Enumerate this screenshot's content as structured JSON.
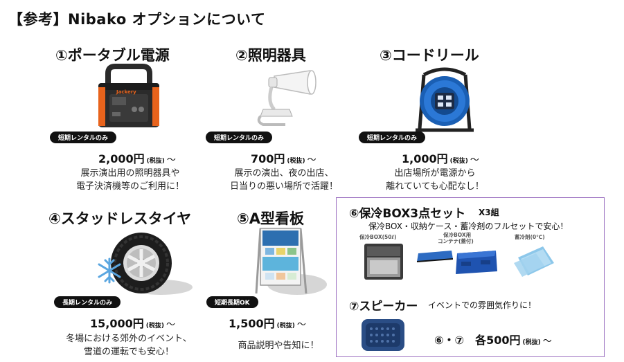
{
  "page": {
    "title": "【参考】Nibako オプションについて"
  },
  "items": [
    {
      "heading": "①ポータブル電源",
      "badge": "短期レンタルのみ",
      "price": "2,000円",
      "tax": "(税抜)",
      "tilde": "～",
      "desc": [
        "展示演出用の照明器具や",
        "電子決済機等のご利用に！"
      ],
      "label": "Jackery"
    },
    {
      "heading": "②照明器具",
      "badge": "短期レンタルのみ",
      "price": "700円",
      "tax": "(税抜)",
      "tilde": "～",
      "desc": [
        "展示の演出、夜の出店、",
        "日当りの悪い場所で活躍！"
      ]
    },
    {
      "heading": "③コードリール",
      "badge": "短期レンタルのみ",
      "price": "1,000円",
      "tax": "(税抜)",
      "tilde": "～",
      "desc": [
        "出店場所が電源から",
        "離れていても心配なし！"
      ]
    },
    {
      "heading": "④スタッドレスタイヤ",
      "badge": "長期レンタルのみ",
      "price": "15,000円",
      "tax": "(税抜)",
      "tilde": "～",
      "desc": [
        "冬場における郊外のイベント、",
        "雪道の運転でも安心！"
      ]
    },
    {
      "heading": "⑤A型看板",
      "badge": "短期長期OK",
      "price": "1,500円",
      "tax": "(税抜)",
      "tilde": "～",
      "desc": [
        "商品説明や告知に！"
      ]
    }
  ],
  "options": {
    "cooler": {
      "title": "⑥保冷BOX3点セット",
      "count": "X3組",
      "subtitle": "保冷BOX・収納ケース・蓄冷剤のフルセットで安心！",
      "labels": [
        "保冷BOX(50ℓ)",
        "保冷BOX用",
        "コンテナ(蓋付)",
        "蓄冷剤(0℃)"
      ]
    },
    "speaker": {
      "title": "⑦スピーカー",
      "subtitle": "イベントでの雰囲気作りに！"
    },
    "price": {
      "prefix": "⑥・⑦　各500円",
      "tax": "(税抜)",
      "tilde": "～"
    }
  }
}
